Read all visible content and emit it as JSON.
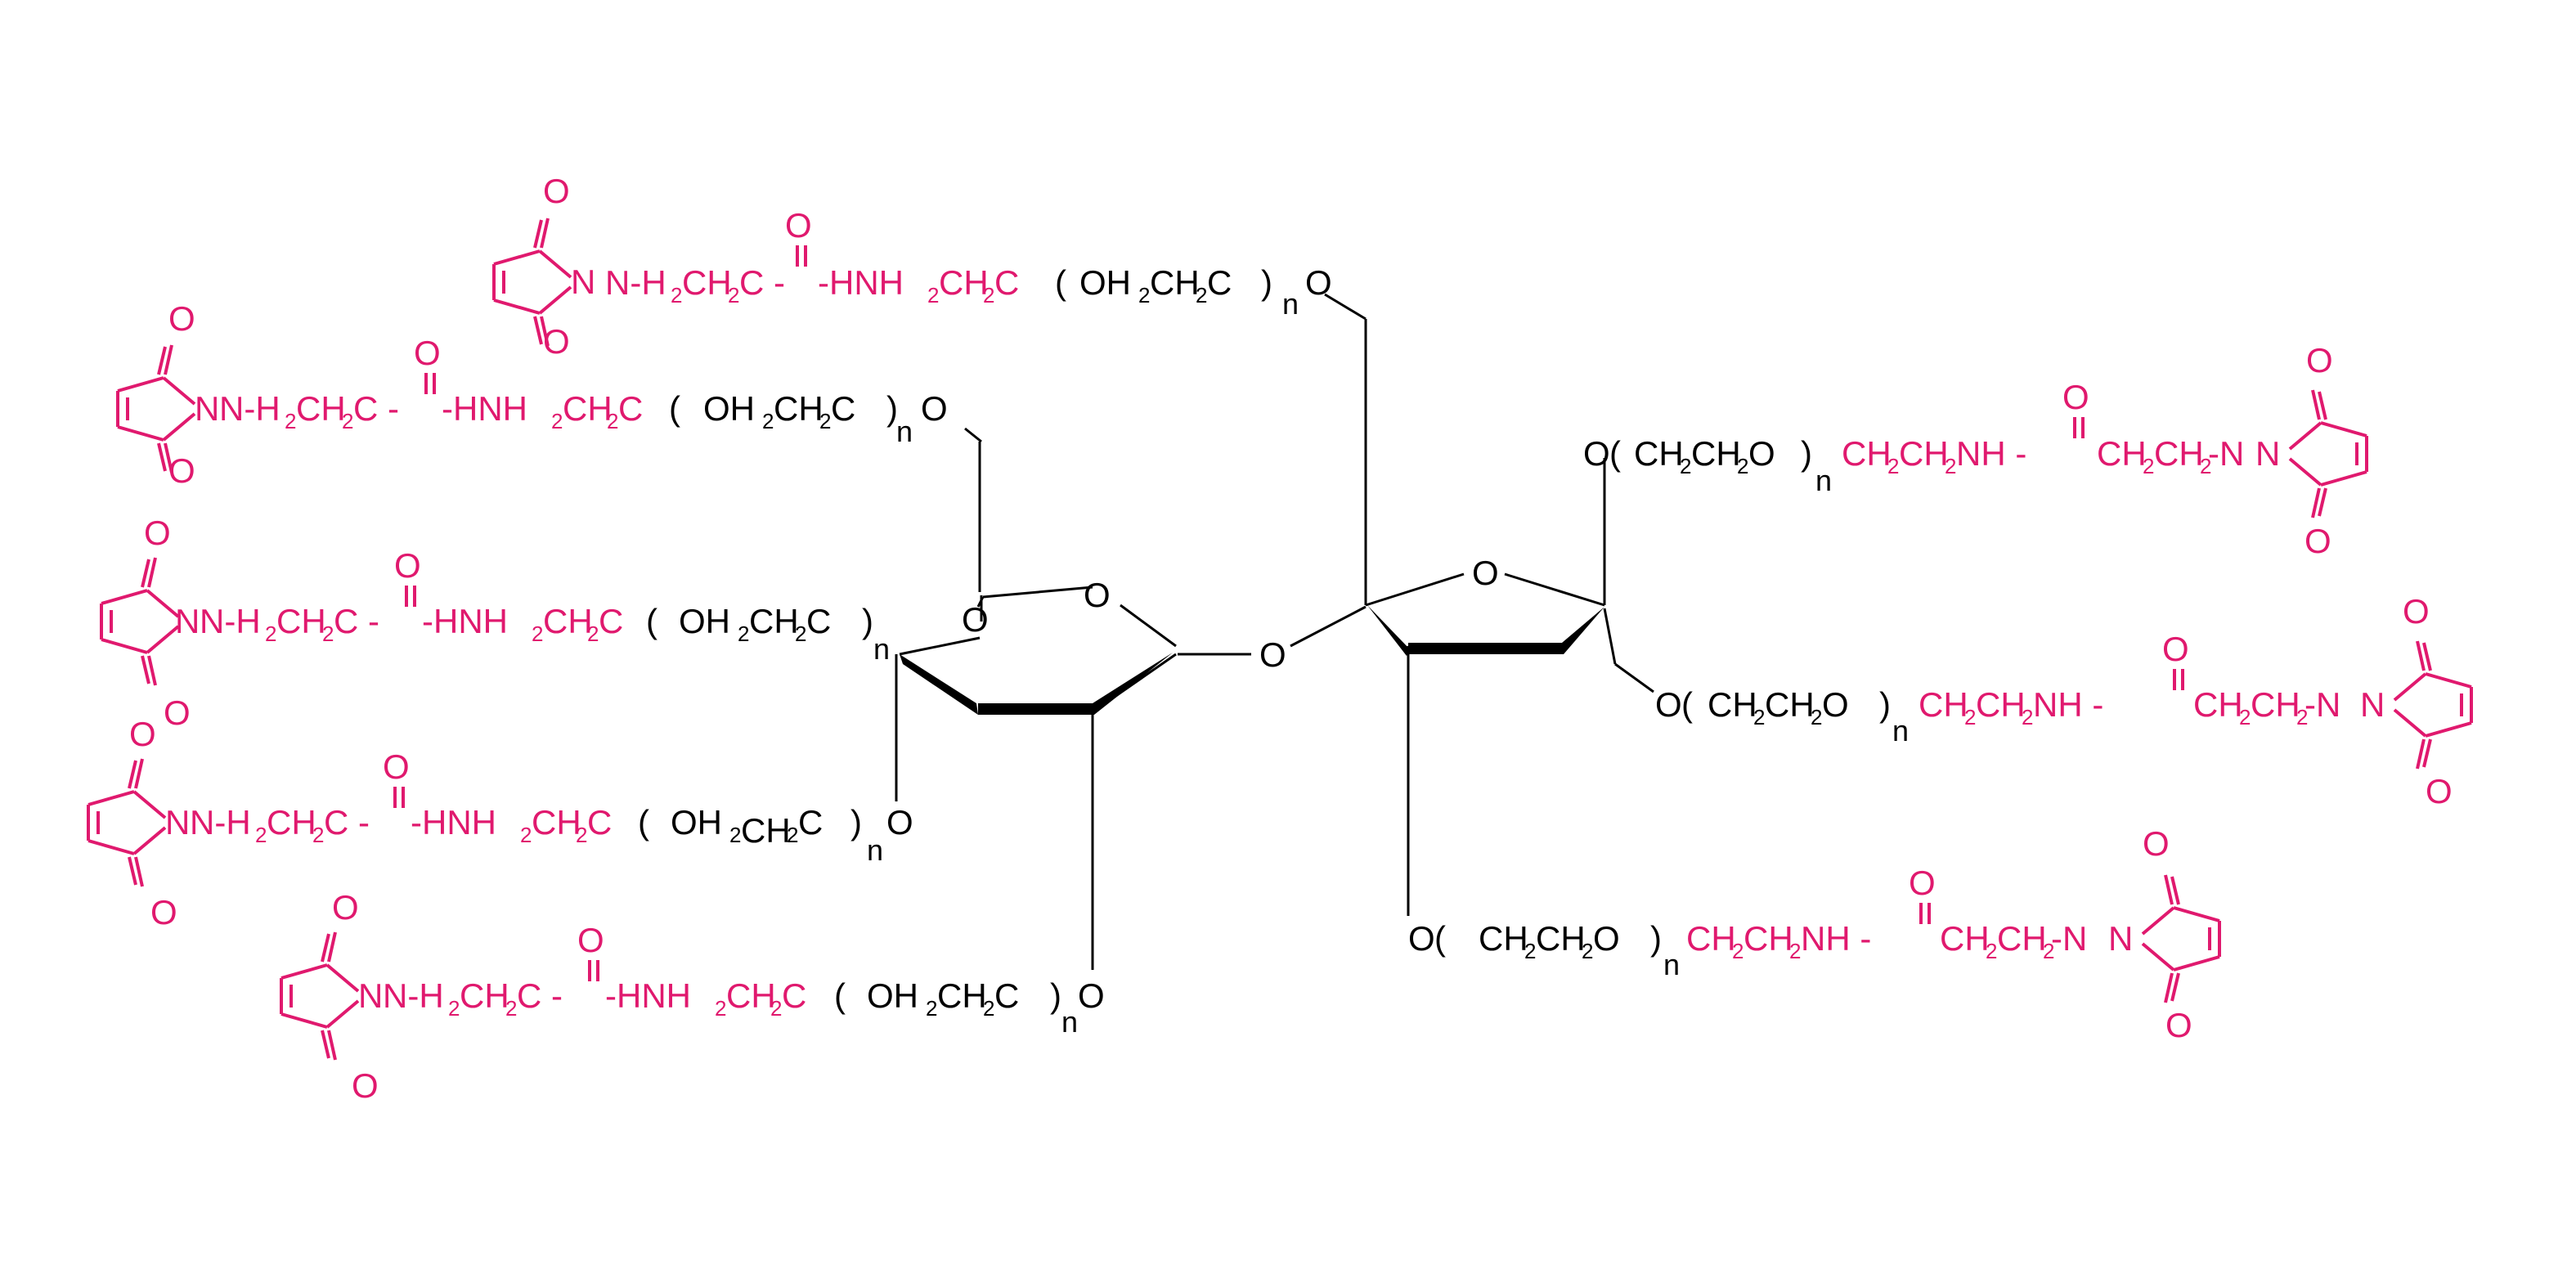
{
  "colors": {
    "core": "#000000",
    "maleimide": "#e0196e",
    "background": "#ffffff"
  },
  "labels": {
    "O": "O",
    "N": "N",
    "C": "C",
    "n": "n",
    "two": "2",
    "paren_open": "(",
    "paren_close": ")",
    "left_pink_a": "N-H",
    "left_pink_b": "CH",
    "left_pink_c": "C -",
    "left_pink_d": "-HNH",
    "left_pink_e": "CH",
    "left_pink_f": "C",
    "peg_l_a": "OH",
    "peg_l_b": "CH",
    "peg_l_c": "C",
    "peg_r_a": "CH",
    "peg_r_b": "CH",
    "peg_r_c": "O",
    "right_pink_a": "CH",
    "right_pink_b": "CH",
    "right_pink_c": "NH -",
    "right_pink_d": "- CH",
    "right_pink_e": "CH",
    "right_pink_f": "-N"
  }
}
